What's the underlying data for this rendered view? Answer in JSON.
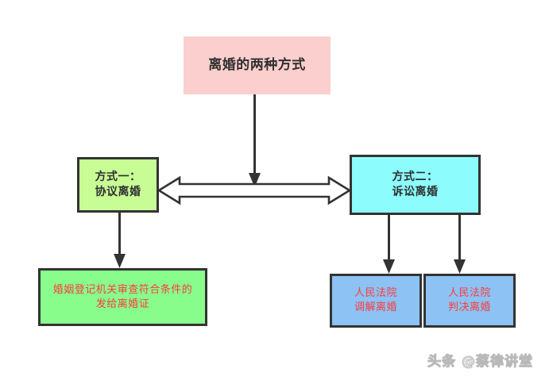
{
  "diagram": {
    "type": "flowchart",
    "background_color": "#ffffff",
    "title_node": {
      "label": "离婚的两种方式",
      "fill_color": "#fbcfcd",
      "text_color": "#2f2f2f"
    },
    "branches": [
      {
        "id": "method-one",
        "label": "方式一：\n协议离婚",
        "fill_color": "#c8fd96",
        "text_color": "#2f2f2f",
        "outcomes": [
          {
            "id": "registry-outcome",
            "label": "婚姻登记机关审查符合条件的\n发给离婚证",
            "fill_color": "#88fd8c",
            "text_color": "#fd3b3b"
          }
        ]
      },
      {
        "id": "method-two",
        "label": "方式二：\n诉讼离婚",
        "fill_color": "#8cfcfc",
        "text_color": "#2f2f2f",
        "outcomes": [
          {
            "id": "court-mediation",
            "label": "人民法院\n调解离婚",
            "fill_color": "#8cc2f4",
            "text_color": "#fd3b3b"
          },
          {
            "id": "court-judgment",
            "label": "人民法院\n判决离婚",
            "fill_color": "#8cc2f4",
            "text_color": "#fd3b3b"
          }
        ]
      }
    ],
    "connectors": [
      {
        "id": "title-to-split",
        "style": "line-with-solid-arrowhead",
        "from": "title-node",
        "to": "bidirectional-split-arrow",
        "color": "#333333"
      },
      {
        "id": "bidirectional-split-arrow",
        "style": "hollow-block-double-arrow",
        "from": "method-one",
        "to": "method-two",
        "fill_color": "#ffffff",
        "stroke_color": "#333333"
      },
      {
        "id": "method-one-to-registry",
        "style": "line-with-solid-arrowhead",
        "from": "method-one",
        "to": "registry-outcome",
        "color": "#333333"
      },
      {
        "id": "method-two-to-mediation",
        "style": "line-with-solid-arrowhead",
        "from": "method-two",
        "to": "court-mediation",
        "color": "#333333"
      },
      {
        "id": "method-two-to-judgment",
        "style": "line-with-solid-arrowhead",
        "from": "method-two",
        "to": "court-judgment",
        "color": "#333333"
      }
    ]
  },
  "watermark": {
    "text": "头条 @蔡律讲堂"
  }
}
